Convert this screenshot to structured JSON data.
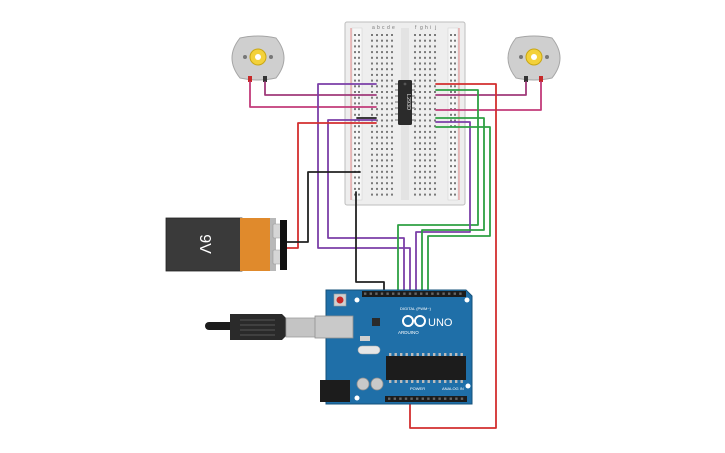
{
  "battery": {
    "label": "9V"
  },
  "driver_chip": {
    "label": "L293D"
  },
  "breadboard": {
    "top_letters_left": [
      "a",
      "b",
      "c",
      "d",
      "e"
    ],
    "top_letters_right": [
      "f",
      "g",
      "h",
      "i",
      "j"
    ]
  },
  "arduino": {
    "uno_label": "UNO",
    "brand_label": "ARDUINO",
    "digital_header_label": "DIGITAL (PWM~)",
    "power_label": "POWER",
    "analog_label": "ANALOG IN"
  },
  "colors": {
    "wire_red": "#d32f2f",
    "wire_green": "#2ea043",
    "wire_purple": "#7b3fa8",
    "wire_magenta": "#a03a7a",
    "wire_black": "#222222",
    "arduino_blue": "#1f6fa8",
    "battery_body": "#3a3a3a",
    "battery_label": "#e08a2c",
    "motor_body": "#cfcfcf",
    "motor_hub": "#f3d13a"
  }
}
